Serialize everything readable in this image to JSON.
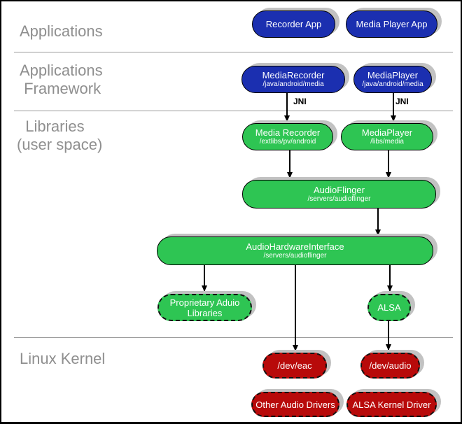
{
  "layer_labels": {
    "applications": "Applications",
    "framework_line1": "Applications",
    "framework_line2": " Framework",
    "libraries_line1": "  Libraries",
    "libraries_line2": "(user space)",
    "linux_kernel": "Linux Kernel"
  },
  "nodes": {
    "recorder_app": {
      "title": "Recorder App"
    },
    "media_player_app": {
      "title": "Media Player App"
    },
    "media_recorder_fw": {
      "title": "MediaRecorder",
      "subtitle": "/java/android/media"
    },
    "media_player_fw": {
      "title": "MediaPlayer",
      "subtitle": "/java/android/media"
    },
    "media_recorder_lib": {
      "title": "Media Recorder",
      "subtitle": "/extlibs/pv/android"
    },
    "media_player_lib": {
      "title": "MediaPlayer",
      "subtitle": "/libs/media"
    },
    "audio_flinger": {
      "title": "AudioFlinger",
      "subtitle": "/servers/audioflinger"
    },
    "audio_hardware_interface": {
      "title": "AudioHardwareInterface",
      "subtitle": "/servers/audioflinger"
    },
    "proprietary_audio_libraries": {
      "title": "Proprietary Aduio Libraries"
    },
    "alsa": {
      "title": "ALSA"
    },
    "dev_eac": {
      "title": "/dev/eac"
    },
    "dev_audio": {
      "title": "/dev/audio"
    },
    "other_audio_drivers": {
      "title": "Other Audio Drivers"
    },
    "alsa_kernel_driver": {
      "title": "ALSA Kernel Driver"
    }
  },
  "edge_labels": {
    "jni_left": "JNI",
    "jni_right": "JNI"
  },
  "colors": {
    "app_blue": "#1b2fb0",
    "lib_green": "#2ec553",
    "kernel_red": "#b80a0a",
    "shadow_gray": "#c2c2c2",
    "label_gray": "#8f8f8f",
    "separator_gray": "#9a9a9a"
  }
}
